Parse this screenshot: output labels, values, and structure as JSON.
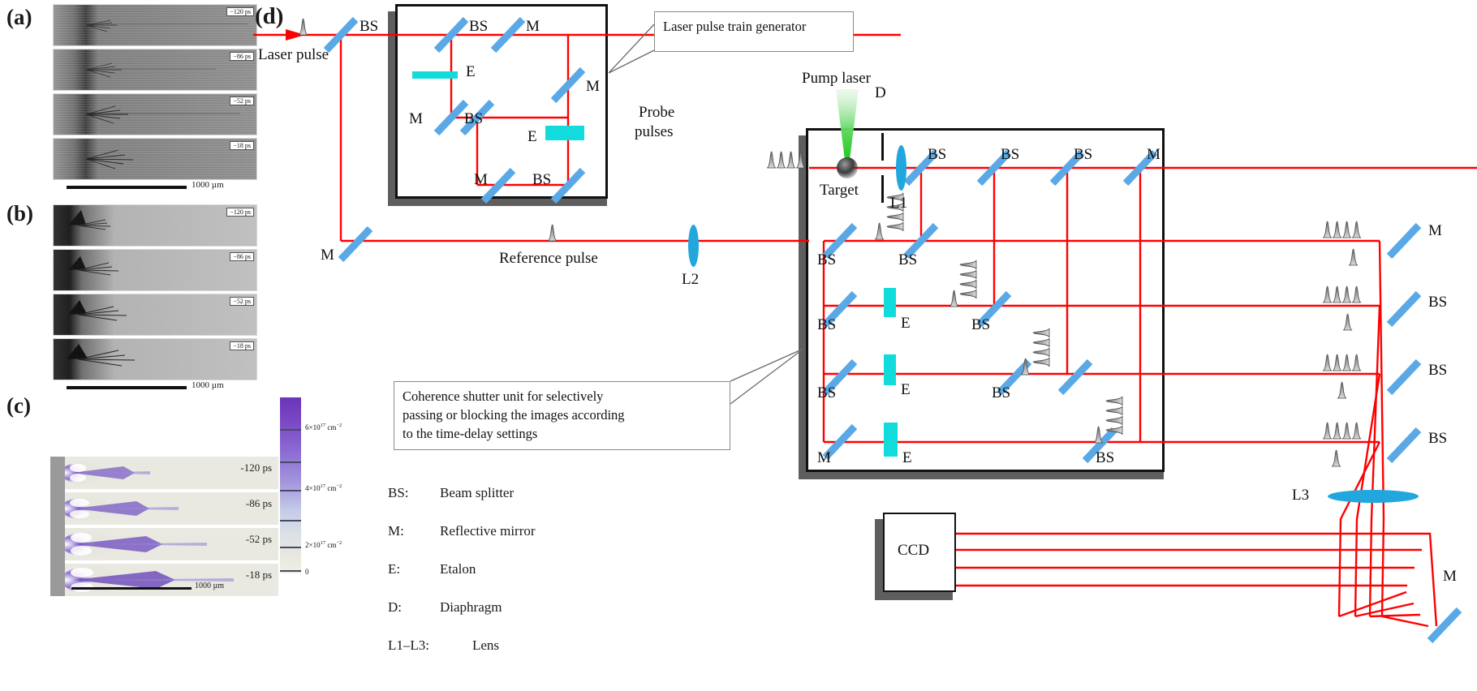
{
  "figure": {
    "panels": [
      {
        "id": "a",
        "letter": "(a)"
      },
      {
        "id": "b",
        "letter": "(b)"
      },
      {
        "id": "c",
        "letter": "(c)"
      },
      {
        "id": "d",
        "letter": "(d)"
      }
    ]
  },
  "panel_a": {
    "letter": "(a)",
    "frames": [
      {
        "time_label": "−120 ps"
      },
      {
        "time_label": "−86 ps"
      },
      {
        "time_label": "−52 ps"
      },
      {
        "time_label": "−18 ps"
      }
    ],
    "scale_bar_label": "1000 µm"
  },
  "panel_b": {
    "letter": "(b)",
    "frames": [
      {
        "time_label": "−120 ps"
      },
      {
        "time_label": "−86 ps"
      },
      {
        "time_label": "−52 ps"
      },
      {
        "time_label": "−18 ps"
      }
    ],
    "scale_bar_label": "1000 µm"
  },
  "panel_c": {
    "letter": "(c)",
    "frames": [
      {
        "time_label": "-120 ps"
      },
      {
        "time_label": "-86 ps"
      },
      {
        "time_label": "-52 ps"
      },
      {
        "time_label": "-18 ps"
      }
    ],
    "scale_bar_label": "1000 µm",
    "colorbar": {
      "ticks": [
        {
          "value": 6,
          "label": "6×10",
          "exponent": "17",
          "unit": "cm",
          "unit_exp": "−2"
        },
        {
          "value": 4,
          "label": "4×10",
          "exponent": "17",
          "unit": "cm",
          "unit_exp": "−2"
        },
        {
          "value": 2,
          "label": "2×10",
          "exponent": "17",
          "unit": "cm",
          "unit_exp": "−2"
        },
        {
          "value": 0,
          "label": "0",
          "exponent": "",
          "unit": "",
          "unit_exp": ""
        }
      ],
      "min": 0,
      "max": 7,
      "colors": [
        "#f0efe6",
        "#cfd8ea",
        "#a9a7e0",
        "#8b74d4",
        "#6a35b8"
      ]
    }
  },
  "chart_data": {
    "type": "heatmap",
    "title": "Free-electron areal density maps (panel c)",
    "colorbar_label": "cm⁻²",
    "colorbar_ticks": [
      0,
      2e+17,
      4e+17,
      6e+17
    ],
    "colorbar_tick_labels": [
      "0",
      "2×10¹⁷ cm⁻²",
      "4×10¹⁷ cm⁻²",
      "6×10¹⁷ cm⁻²"
    ],
    "frames": [
      "-120 ps",
      "-86 ps",
      "-52 ps",
      "-18 ps"
    ],
    "xlabel": "1000 µm scale bar",
    "ylabel": "",
    "grid": false,
    "legend_position": "right"
  },
  "diagram": {
    "letter": "(d)",
    "input": {
      "laser_pulse_label": "Laser  pulse"
    },
    "callouts": [
      {
        "id": "generator",
        "text": "Laser pulse train generator"
      },
      {
        "id": "shutter",
        "text": "Coherence shutter unit for selectively passing or blocking the  images according to the time-delay settings",
        "lines": [
          "Coherence shutter unit for selectively",
          "passing or blocking the  images according",
          "to the time-delay settings"
        ]
      }
    ],
    "labels": {
      "probe_pulses_l1": "Probe",
      "probe_pulses_l2": "pulses",
      "pump_laser": "Pump laser",
      "target": "Target",
      "diaphragm": "D",
      "lens1": "L1",
      "lens2": "L2",
      "lens3": "L3",
      "reference_pulse": "Reference pulse",
      "ccd": "CCD",
      "bs": "BS",
      "m": "M",
      "e": "E"
    },
    "generator_box": {
      "components": [
        "BS",
        "M",
        "E",
        "M",
        "BS",
        "M",
        "E",
        "M",
        "BS"
      ]
    },
    "shutter_box": {
      "rows": 4,
      "etalon_count": 3
    },
    "legend": [
      {
        "key": "BS:",
        "desc": "Beam splitter"
      },
      {
        "key": "M:",
        "desc": "Reflective mirror"
      },
      {
        "key": "E:",
        "desc": "Etalon"
      },
      {
        "key": "D:",
        "desc": "Diaphragm"
      },
      {
        "key": "L1–L3:",
        "desc": "Lens"
      }
    ],
    "colors": {
      "beam": "#fe0000",
      "beamsplitter": "#5aa9e6",
      "etalon": "#12dbdb",
      "lens": "#21a7dd",
      "pump": "#3fd43f"
    }
  }
}
